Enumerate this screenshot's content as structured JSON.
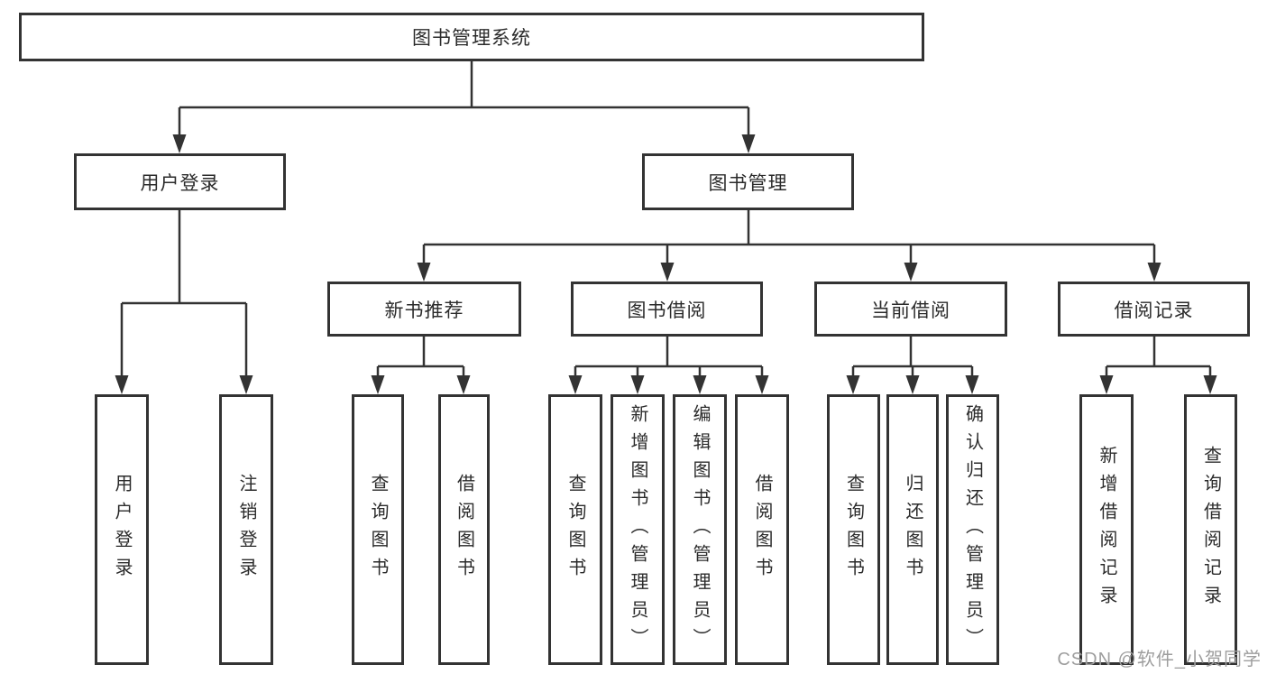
{
  "diagram": {
    "root": "图书管理系统",
    "branches": {
      "user_login": {
        "label": "用户登录",
        "leaves": [
          "用户登录",
          "注销登录"
        ]
      },
      "book_mgmt": {
        "label": "图书管理",
        "groups": [
          {
            "label": "新书推荐",
            "leaves": [
              "查询图书",
              "借阅图书"
            ]
          },
          {
            "label": "图书借阅",
            "leaves": [
              "查询图书",
              "新增图书（管理员）",
              "编辑图书（管理员）",
              "借阅图书"
            ]
          },
          {
            "label": "当前借阅",
            "leaves": [
              "查询图书",
              "归还图书",
              "确认归还（管理员）"
            ]
          },
          {
            "label": "借阅记录",
            "leaves": [
              "新增借阅记录",
              "查询借阅记录"
            ]
          }
        ]
      }
    },
    "watermark": "CSDN @软件_小贺同学",
    "colors": {
      "line": "#333333",
      "box_border": "#333333",
      "box_background": "#ffffff",
      "text": "#2b2b2b",
      "watermark": "#9e9e9e",
      "background": "#ffffff"
    }
  }
}
